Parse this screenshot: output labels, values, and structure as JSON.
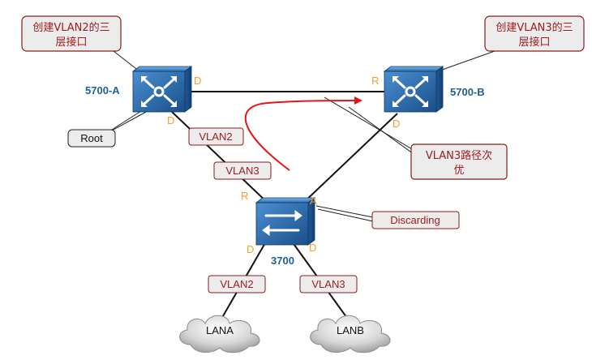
{
  "callouts": {
    "vlan2_l3": [
      "创建VLAN2的三",
      "层接口"
    ],
    "vlan3_l3": [
      "创建VLAN3的三",
      "层接口"
    ],
    "vlan3_path": [
      "VLAN3路径次",
      "优"
    ]
  },
  "tags": {
    "root": "Root",
    "discarding": "Discarding",
    "vlan2_upper": "VLAN2",
    "vlan3_upper": "VLAN3",
    "vlan2_lower": "VLAN2",
    "vlan3_lower": "VLAN3"
  },
  "devices": {
    "a": "5700-A",
    "b": "5700-B",
    "c": "3700"
  },
  "ports": {
    "a_right": "D",
    "a_bottom": "D",
    "b_left": "R",
    "b_bottom": "D",
    "c_left": "R",
    "c_right": "A",
    "c_bottom_left": "D",
    "c_bottom_right": "D"
  },
  "clouds": {
    "lana": "LANA",
    "lanb": "LANB"
  },
  "colors": {
    "callout_fill": "#ececec",
    "callout_border": "#8a1b1b",
    "callout_text": "#a11c1c",
    "device_blue": "#1f5f99",
    "port_orange": "#f0a02a",
    "arrow_red": "#e8141a"
  }
}
